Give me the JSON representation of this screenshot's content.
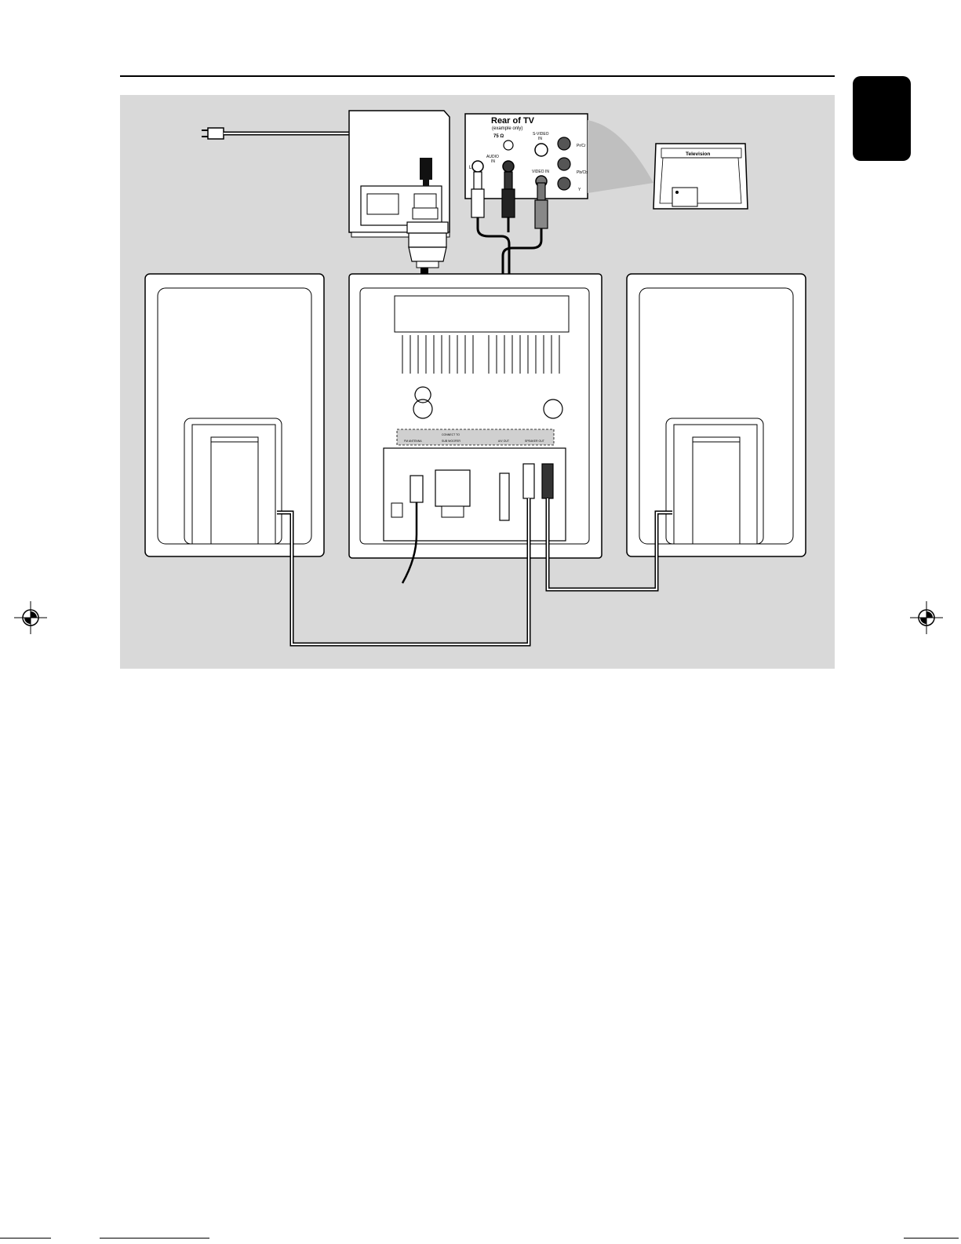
{
  "tv_rear": {
    "title": "Rear of TV",
    "subtitle": "(example only)",
    "antenna_label": "75 Ω",
    "audio_in": "AUDIO",
    "audio_in2": "IN",
    "left": "L",
    "svideo": "S-VIDEO",
    "svideo_in": "IN",
    "video_in": "VIDEO IN",
    "pr": "Pr/Cr",
    "pb": "Pb/Cb",
    "y": "Y"
  },
  "television": {
    "label": "Television"
  },
  "unit_labels": {
    "fm_antenna": "FM ANTENNA",
    "connect_to": "CONNECT TO",
    "sub_woofer": "SUB WOOFER",
    "av_out": "A/V OUT",
    "speaker_out": "SPEAKER OUT"
  },
  "colors": {
    "panel_bg": "#d9d9d9",
    "line": "#000000",
    "device_fill": "#ffffff"
  }
}
